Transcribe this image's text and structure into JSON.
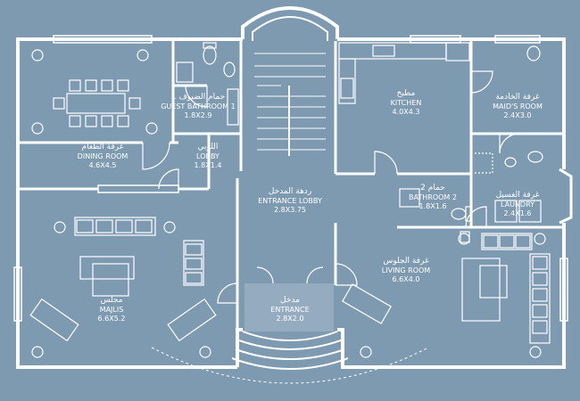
{
  "colors": {
    "background": "#7d9ab1",
    "wall": "#ffffff",
    "entrance_highlight": "#a9bccc"
  },
  "rooms": {
    "dining": {
      "ar": "غرفة الطعام",
      "en": "DINING ROOM",
      "dim": "4.6X4.5"
    },
    "guest_bath": {
      "ar": "حمام الضيوف 1",
      "en": "GUEST BATHROOM 1",
      "dim": "1.8X2.9"
    },
    "lobby": {
      "ar": "اللوبي",
      "en": "LOBBY",
      "dim": "1.8X1.4"
    },
    "entrance_lobby": {
      "ar": "ردهة المدخل",
      "en": "ENTRANCE LOBBY",
      "dim": "2.8X3.75"
    },
    "kitchen": {
      "ar": "مطبخ",
      "en": "KITCHEN",
      "dim": "4.0X4.3"
    },
    "maids": {
      "ar": "غرفة الخادمة",
      "en": "MAID'S ROOM",
      "dim": "2.4X3.0"
    },
    "bath2": {
      "ar": "حمام 2",
      "en": "BATHROOM 2",
      "dim": "1.8X1.6"
    },
    "laundry": {
      "ar": "غرفة الغسيل",
      "en": "LAUNDRY",
      "dim": "2.4X1.6"
    },
    "living": {
      "ar": "غرفة الجلوس",
      "en": "LIVING ROOM",
      "dim": "6.6X4.0"
    },
    "majlis": {
      "ar": "مجلس",
      "en": "MAJLIS",
      "dim": "6.6X5.2"
    },
    "entrance": {
      "ar": "مدخل",
      "en": "ENTRANCE",
      "dim": "2.8X2.0"
    }
  }
}
